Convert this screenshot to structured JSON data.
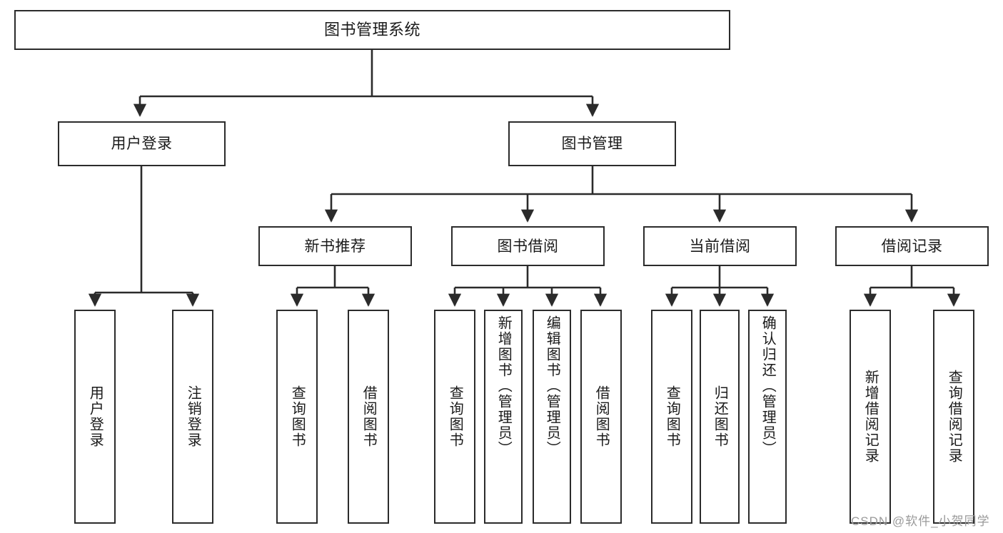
{
  "diagram": {
    "title": "图书管理系统",
    "type": "tree",
    "root": {
      "id": "root",
      "label": "图书管理系统",
      "orientation": "horizontal"
    },
    "level2": [
      {
        "id": "user-login",
        "label": "用户登录",
        "orientation": "horizontal"
      },
      {
        "id": "book-manage",
        "label": "图书管理",
        "orientation": "horizontal"
      }
    ],
    "level3": [
      {
        "id": "new-book-recommend",
        "label": "新书推荐",
        "orientation": "horizontal",
        "parent": "book-manage"
      },
      {
        "id": "book-borrow",
        "label": "图书借阅",
        "orientation": "horizontal",
        "parent": "book-manage"
      },
      {
        "id": "current-borrow",
        "label": "当前借阅",
        "orientation": "horizontal",
        "parent": "book-manage"
      },
      {
        "id": "borrow-record",
        "label": "借阅记录",
        "orientation": "horizontal",
        "parent": "book-manage"
      }
    ],
    "leaves": [
      {
        "id": "leaf-user-login",
        "label": "用户登录",
        "parent": "user-login"
      },
      {
        "id": "leaf-logout-login",
        "label": "注销登录",
        "parent": "user-login"
      },
      {
        "id": "leaf-query-book-1",
        "label": "查询图书",
        "parent": "new-book-recommend"
      },
      {
        "id": "leaf-borrow-book-1",
        "label": "借阅图书",
        "parent": "new-book-recommend"
      },
      {
        "id": "leaf-query-book-2",
        "label": "查询图书",
        "parent": "book-borrow"
      },
      {
        "id": "leaf-add-book",
        "label": "新增图书（管理员）",
        "parent": "book-borrow"
      },
      {
        "id": "leaf-edit-book",
        "label": "编辑图书（管理员）",
        "parent": "book-borrow"
      },
      {
        "id": "leaf-borrow-book-2",
        "label": "借阅图书",
        "parent": "book-borrow"
      },
      {
        "id": "leaf-query-book-3",
        "label": "查询图书",
        "parent": "current-borrow"
      },
      {
        "id": "leaf-return-book",
        "label": "归还图书",
        "parent": "current-borrow"
      },
      {
        "id": "leaf-confirm-return",
        "label": "确认归还（管理员）",
        "parent": "current-borrow"
      },
      {
        "id": "leaf-add-record",
        "label": "新增借阅记录",
        "parent": "borrow-record"
      },
      {
        "id": "leaf-query-record",
        "label": "查询借阅记录",
        "parent": "borrow-record"
      }
    ],
    "colors": {
      "border": "#2b2b2b",
      "background": "#ffffff",
      "text": "#1a1a1a",
      "edge": "#2b2b2b",
      "watermark": "#9a9a9a"
    }
  },
  "watermark": {
    "text": "CSDN @软件_小贺同学"
  }
}
